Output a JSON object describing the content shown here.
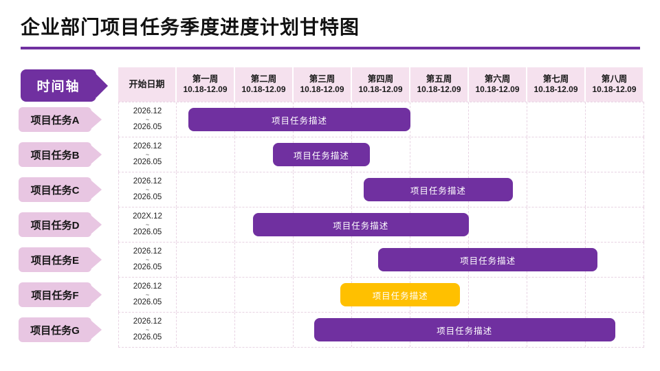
{
  "colors": {
    "accent_purple": "#7030A0",
    "bar_yellow": "#FFC000",
    "label_pink": "#E8C6E2",
    "header_pink": "#F5E1EE",
    "grid_line": "#E7D2E2"
  },
  "slide": {
    "title": "企业部门项目任务季度进度计划甘特图",
    "timeline_label": "时间轴"
  },
  "chart_data": {
    "type": "bar",
    "variant": "gantt",
    "title": "企业部门项目任务季度进度计划甘特图",
    "grid": "dashed",
    "legend": "none",
    "x": {
      "axis_label": "开始日期",
      "unit": "weeks",
      "range_weeks": [
        0,
        8
      ],
      "categories": [
        {
          "name": "第一周",
          "range": "10.18-12.09"
        },
        {
          "name": "第二周",
          "range": "10.18-12.09"
        },
        {
          "name": "第三周",
          "range": "10.18-12.09"
        },
        {
          "name": "第四周",
          "range": "10.18-12.09"
        },
        {
          "name": "第五周",
          "range": "10.18-12.09"
        },
        {
          "name": "第六周",
          "range": "10.18-12.09"
        },
        {
          "name": "第七周",
          "range": "10.18-12.09"
        },
        {
          "name": "第八周",
          "range": "10.18-12.09"
        }
      ]
    },
    "tasks": [
      {
        "name": "项目任务A",
        "start_date": "2026.12",
        "date_separator": "~",
        "end_date": "2026.05",
        "bar_label": "项目任务描述",
        "bar_start_week": 0.2,
        "bar_end_week": 4.0,
        "bar_color": "#7030A0"
      },
      {
        "name": "项目任务B",
        "start_date": "2026.12",
        "date_separator": "~",
        "end_date": "2026.05",
        "bar_label": "项目任务描述",
        "bar_start_week": 1.65,
        "bar_end_week": 3.3,
        "bar_color": "#7030A0"
      },
      {
        "name": "项目任务C",
        "start_date": "2026.12",
        "date_separator": "~",
        "end_date": "2026.05",
        "bar_label": "项目任务描述",
        "bar_start_week": 3.2,
        "bar_end_week": 5.75,
        "bar_color": "#7030A0"
      },
      {
        "name": "项目任务D",
        "start_date": "202X.12",
        "date_separator": "~",
        "end_date": "2026.05",
        "bar_label": "项目任务描述",
        "bar_start_week": 1.3,
        "bar_end_week": 5.0,
        "bar_color": "#7030A0"
      },
      {
        "name": "项目任务E",
        "start_date": "2026.12",
        "date_separator": "~",
        "end_date": "2026.05",
        "bar_label": "项目任务描述",
        "bar_start_week": 3.45,
        "bar_end_week": 7.2,
        "bar_color": "#7030A0"
      },
      {
        "name": "项目任务F",
        "start_date": "2026.12",
        "date_separator": "~",
        "end_date": "2026.05",
        "bar_label": "项目任务描述",
        "bar_start_week": 2.8,
        "bar_end_week": 4.85,
        "bar_color": "#FFC000"
      },
      {
        "name": "项目任务G",
        "start_date": "2026.12",
        "date_separator": "~",
        "end_date": "2026.05",
        "bar_label": "项目任务描述",
        "bar_start_week": 2.35,
        "bar_end_week": 7.5,
        "bar_color": "#7030A0"
      }
    ]
  }
}
